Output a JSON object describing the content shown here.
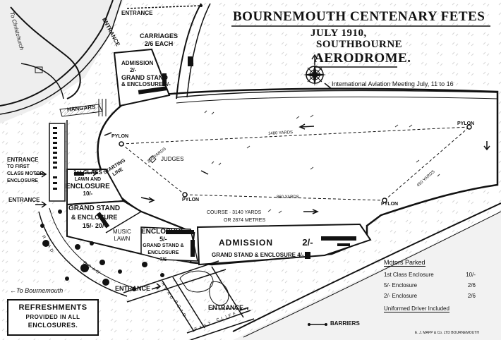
{
  "title": {
    "line1": "BOURNEMOUTH CENTENARY FETES",
    "line2": "JULY 1910,",
    "line3": "SOUTHBOURNE",
    "line4": "AERODROME."
  },
  "meeting": "International Aviation Meeting July, 11 to 16",
  "directions": {
    "christchurch": "To Christchurch",
    "bournemouth": "To Bournemouth"
  },
  "entrances": [
    "ENTRANCE",
    "ENTRANCE",
    "ENTRANCE",
    "ENTRANCE",
    "ENTRANCE"
  ],
  "entrance_first_class": [
    "ENTRANCE",
    "TO FIRST",
    "CLASS MOTOR",
    "ENCLOSURE"
  ],
  "carriages": [
    "CARRIAGES",
    "2/6 EACH"
  ],
  "admission_top": [
    "ADMISSION",
    "2/-",
    "GRAND STAND",
    "& ENCLOSURE 6/-"
  ],
  "hangars": "HANGARS",
  "pylons": [
    "PYLON",
    "PYLON",
    "PYLON",
    "PYLON"
  ],
  "judges": "JUDGES",
  "starting_line": [
    "STARTING",
    "LINE"
  ],
  "distances": [
    "1480 YARDS",
    "350 YARDS",
    "860 YARDS",
    "450 YARDS"
  ],
  "course": [
    "COURSE · 3140 YARDS",
    "OR 2874 METRES"
  ],
  "first_class": [
    "1st CLASS",
    "LAWN AND",
    "ENCLOSURE",
    "10/-"
  ],
  "grand_stand_left": [
    "GRAND STAND",
    "& ENCLOSURE",
    "15/- 20/-"
  ],
  "music_lawn": [
    "MUSIC",
    "LAWN"
  ],
  "enclosure_5": [
    "ENCLOSURE",
    "5/-",
    "GRAND STAND &",
    "ENCLOSURE",
    "7/6"
  ],
  "admission_main": {
    "label": "ADMISSION",
    "price": "2/-",
    "sub": "GRAND STAND & ENCLOSURE 4/-"
  },
  "roads": [
    "ROAD",
    "ROAD",
    "ROAD",
    "ROAD",
    "CLIFF",
    "EAST"
  ],
  "legend": {
    "title": "Motors Parked",
    "rows": [
      {
        "label": "1st Class Enclosure",
        "price": "10/-"
      },
      {
        "label": "5/- Enclosure",
        "price": "2/6"
      },
      {
        "label": "2/- Enclosure",
        "price": "2/6"
      }
    ],
    "footer": "Uniformed Driver Included"
  },
  "refreshments": [
    "REFRESHMENTS",
    "PROVIDED IN ALL",
    "ENCLOSURES."
  ],
  "barriers": "BARRIERS",
  "credit": "E. J. MAPP & Co. LTD BOURNEMOUTH"
}
